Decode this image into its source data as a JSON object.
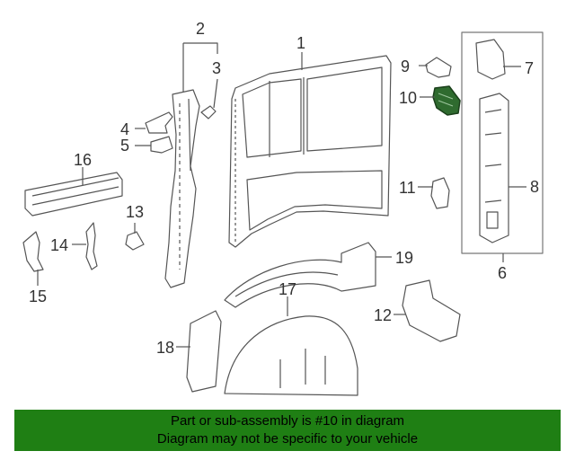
{
  "diagram": {
    "callouts": [
      "1",
      "2",
      "3",
      "4",
      "5",
      "6",
      "7",
      "8",
      "9",
      "10",
      "11",
      "12",
      "13",
      "14",
      "15",
      "16",
      "17",
      "18",
      "19"
    ],
    "highlight_part": "10",
    "colors": {
      "line": "#555555",
      "highlight": "#2f6b2f",
      "banner": "#1f7f14"
    }
  },
  "banner": {
    "line1": "Part or sub-assembly is #10 in diagram",
    "line2": "Diagram may not be specific to your vehicle"
  }
}
